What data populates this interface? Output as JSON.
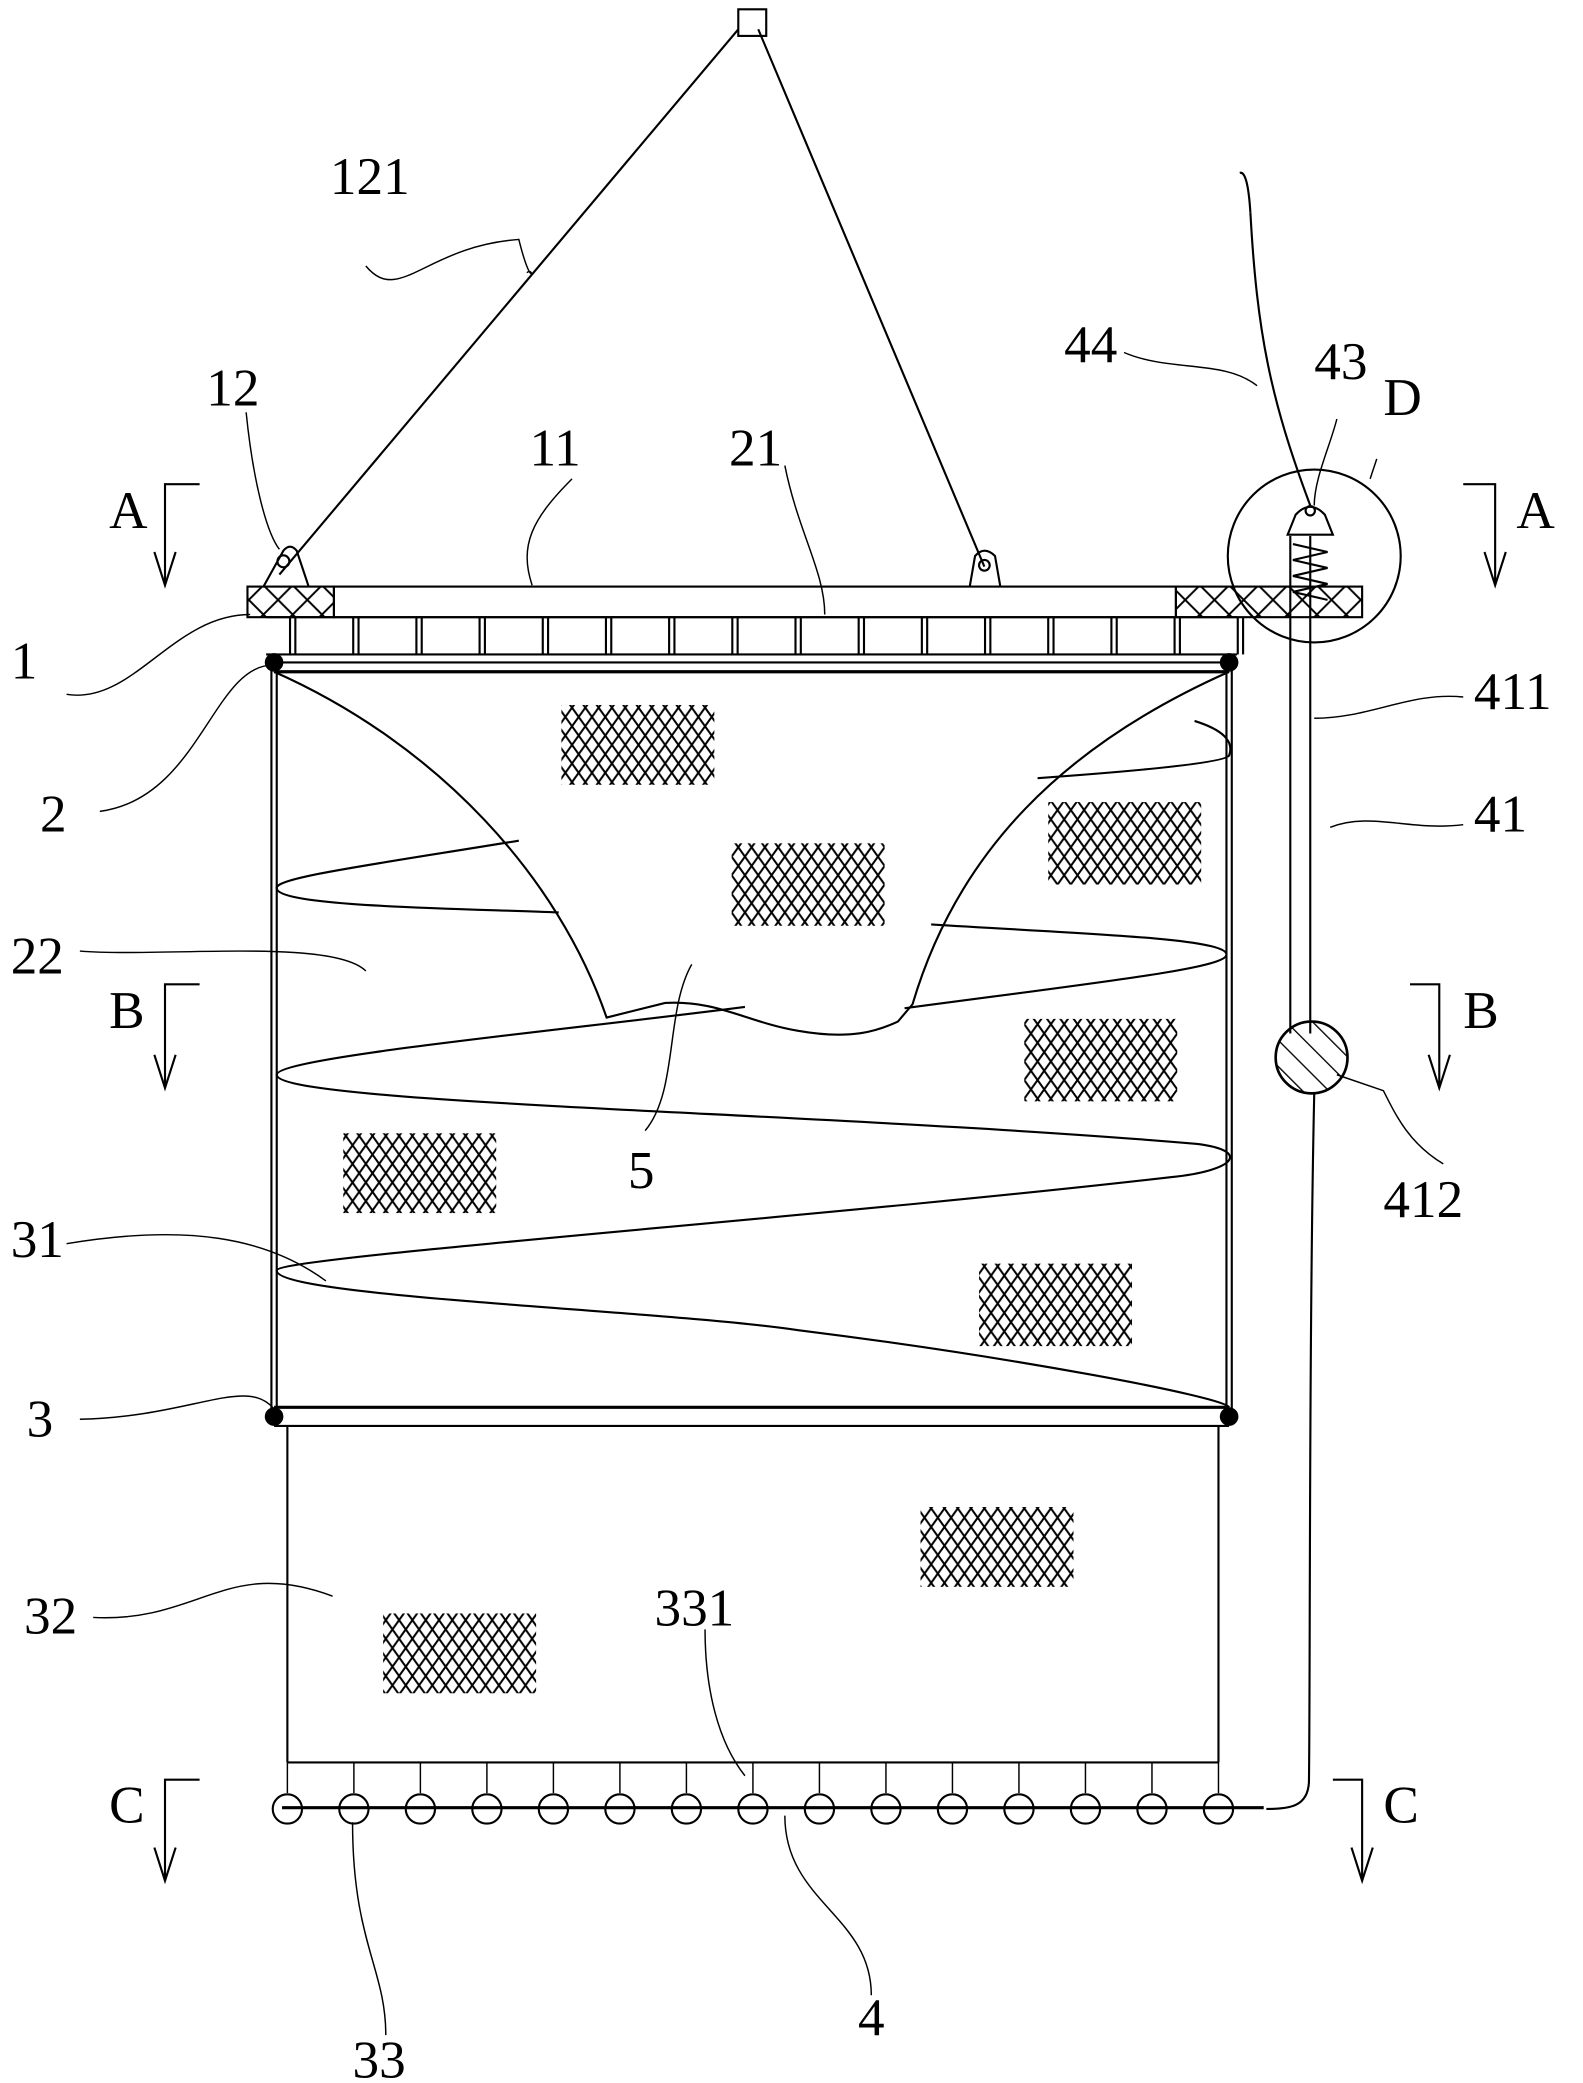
{
  "figure": {
    "type": "patent-style mechanical drawing (front view) of a net cage with lifting frame, spiral, bottom rings and weight line",
    "labels": [
      {
        "id": "121",
        "text": "121"
      },
      {
        "id": "12",
        "text": "12"
      },
      {
        "id": "11",
        "text": "11"
      },
      {
        "id": "21",
        "text": "21"
      },
      {
        "id": "44",
        "text": "44"
      },
      {
        "id": "43",
        "text": "43"
      },
      {
        "id": "D",
        "text": "D"
      },
      {
        "id": "1",
        "text": "1"
      },
      {
        "id": "2",
        "text": "2"
      },
      {
        "id": "411",
        "text": "411"
      },
      {
        "id": "41",
        "text": "41"
      },
      {
        "id": "22",
        "text": "22"
      },
      {
        "id": "5",
        "text": "5"
      },
      {
        "id": "412",
        "text": "412"
      },
      {
        "id": "31",
        "text": "31"
      },
      {
        "id": "3",
        "text": "3"
      },
      {
        "id": "32",
        "text": "32"
      },
      {
        "id": "331",
        "text": "331"
      },
      {
        "id": "33",
        "text": "33"
      },
      {
        "id": "4",
        "text": "4"
      }
    ],
    "section_marks": [
      {
        "id": "A-left",
        "text": "A"
      },
      {
        "id": "A-right",
        "text": "A"
      },
      {
        "id": "B-left",
        "text": "B"
      },
      {
        "id": "B-right",
        "text": "B"
      },
      {
        "id": "C-left",
        "text": "C"
      },
      {
        "id": "C-right",
        "text": "C"
      }
    ],
    "bottom_ring_count": 15,
    "colors": {
      "line": "#000000",
      "background": "#ffffff"
    }
  }
}
